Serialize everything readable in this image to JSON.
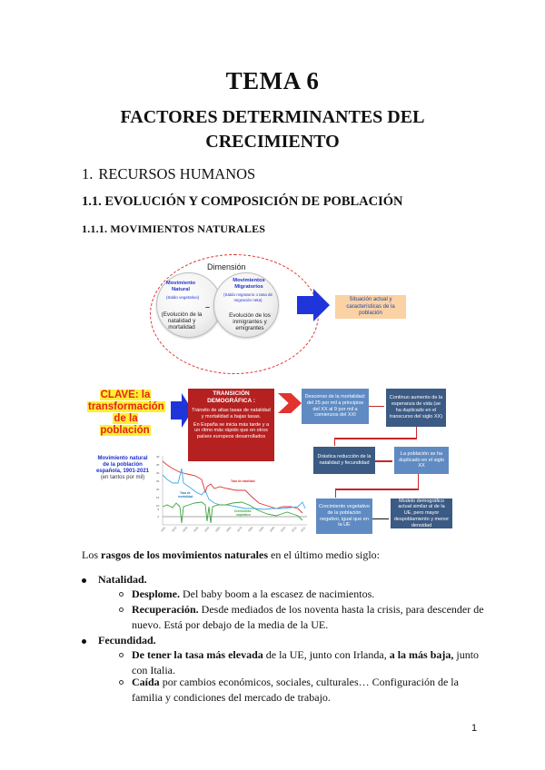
{
  "header": {
    "title": "TEMA 6",
    "subtitle_line1": "FACTORES DETERMINANTES DEL",
    "subtitle_line2": "CRECIMIENTO"
  },
  "sections": {
    "h1_num": "1.",
    "h1_text": "RECURSOS HUMANOS",
    "h2": "1.1. EVOLUCIÓN Y COMPOSICIÓN DE POBLACIÓN",
    "h3": "1.1.1. MOVIMIENTOS NATURALES"
  },
  "diagram": {
    "dimension_label": "Dimensión",
    "venn_left": {
      "title": "Movimiento Natural",
      "subtitle": "(Saldo vegetativo)",
      "body": "(Evolución de la natalidad y mortalidad"
    },
    "venn_right": {
      "title": "Movimientos Migratorios",
      "subtitle": "(Saldo migratorio o tasa de migración neta)",
      "body": "Evolución de los inmigrantes y emigrantes"
    },
    "minus_sign": "–",
    "situacion": "Situación actual y características de la población",
    "clave_line1": "CLAVE: la",
    "clave_line2": "transformación",
    "clave_line3": "de la población",
    "transicion": {
      "heading": "TRANSICIÓN DEMOGRÁFICA :",
      "p1": "Tránsito de altas tasas de natalidad y mortalidad a bajas tasas.",
      "p2": "En España se inicia más tarde y a un ritmo más rápido que en otros países europeos desarrollados"
    },
    "boxes": [
      "Descenso de la mortalidad: del 25 por mil a principios del XX al 9 por mil a comienzos del XXI",
      "Continuo aumento de la esperanza de vida (se ha duplicado en el transcurso del siglo XX)",
      "Drástica reducción de la natalidad y fecundidad",
      "La población se ha duplicado en el siglo XX",
      "Crecimiento vegetativo de la población negativo, igual que en la UE",
      "Modelo demográfico actual similar al de la UE, pero mayor despoblamiento y menor densidad"
    ],
    "chart_title_line1": "Movimiento natural",
    "chart_title_line2": "de la población",
    "chart_title_line3": "española, 1901-2021",
    "chart_title_line4": "(en tantos por mil)"
  },
  "chart_data": {
    "type": "line",
    "title": "Movimiento natural de la población española, 1901-2021 (en tantos por mil)",
    "xlabel": "",
    "ylabel": "",
    "ylim": [
      0,
      40
    ],
    "x": [
      1901,
      1910,
      1920,
      1930,
      1940,
      1950,
      1960,
      1970,
      1980,
      1990,
      2000,
      2010,
      2021
    ],
    "series": [
      {
        "name": "Tasa de natalidad",
        "color": "#e2312f",
        "values": [
          35,
          33,
          30,
          28,
          24,
          21,
          21,
          20,
          15,
          10,
          10,
          10,
          7
        ]
      },
      {
        "name": "Tasa de mortalidad",
        "color": "#3fa9e6",
        "values": [
          28,
          24,
          23,
          17,
          16,
          11,
          9,
          8,
          8,
          9,
          9,
          9,
          10
        ]
      },
      {
        "name": "Crecimiento vegetativo",
        "color": "#3ea43e",
        "values": [
          7,
          9,
          7,
          11,
          8,
          10,
          12,
          12,
          7,
          1,
          1,
          3,
          -1
        ]
      }
    ],
    "yticks": [
      0,
      5,
      10,
      15,
      20,
      25,
      30,
      35,
      40
    ],
    "annotations": [
      "Tasa de natalidad",
      "Tasa de mortalidad",
      "Crecimiento vegetativo"
    ],
    "grid": false
  },
  "body": {
    "intro_prefix": "Los ",
    "intro_bold": "rasgos de los movimientos naturales",
    "intro_suffix": " en el último medio siglo:",
    "natalidad": {
      "label": "Natalidad.",
      "items": [
        {
          "bold": "Desplome.",
          "text": " Del baby boom a la escasez de nacimientos."
        },
        {
          "bold": "Recuperación.",
          "text": " Desde mediados de los noventa hasta la crisis, para descender de nuevo. Está por debajo de la media de la UE."
        }
      ]
    },
    "fecundidad": {
      "label": "Fecundidad.",
      "items": [
        {
          "bold": "De tener la tasa más elevada",
          "text": " de la UE, junto con Irlanda, ",
          "bold2": "a la más baja,",
          "text2": " junto con Italia."
        },
        {
          "bold": "Caída",
          "text": " por cambios económicos, sociales, culturales… Configuración de la familia y condiciones del mercado de trabajo."
        }
      ]
    }
  },
  "footer": {
    "page_number": "1"
  }
}
